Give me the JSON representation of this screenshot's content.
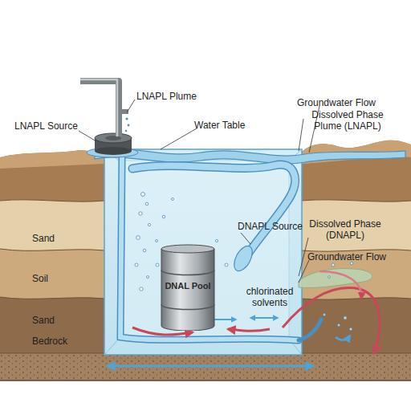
{
  "diagram": {
    "nodes": [
      {
        "text": [
          "DNAL Pool"
        ]
      }
    ],
    "labels": [
      "LNAPL Plume",
      "Groundwater Flow",
      "Dissolved Phase Plume (LNAPL)",
      "LNAPL Source",
      "Water Table",
      "DNAPL Source",
      "Dissolved Phase (DNAPL)",
      "Sand",
      "Groundwater Flow",
      "Soil",
      "chlorinated solvents",
      "Sand",
      "Bedrock"
    ]
  }
}
